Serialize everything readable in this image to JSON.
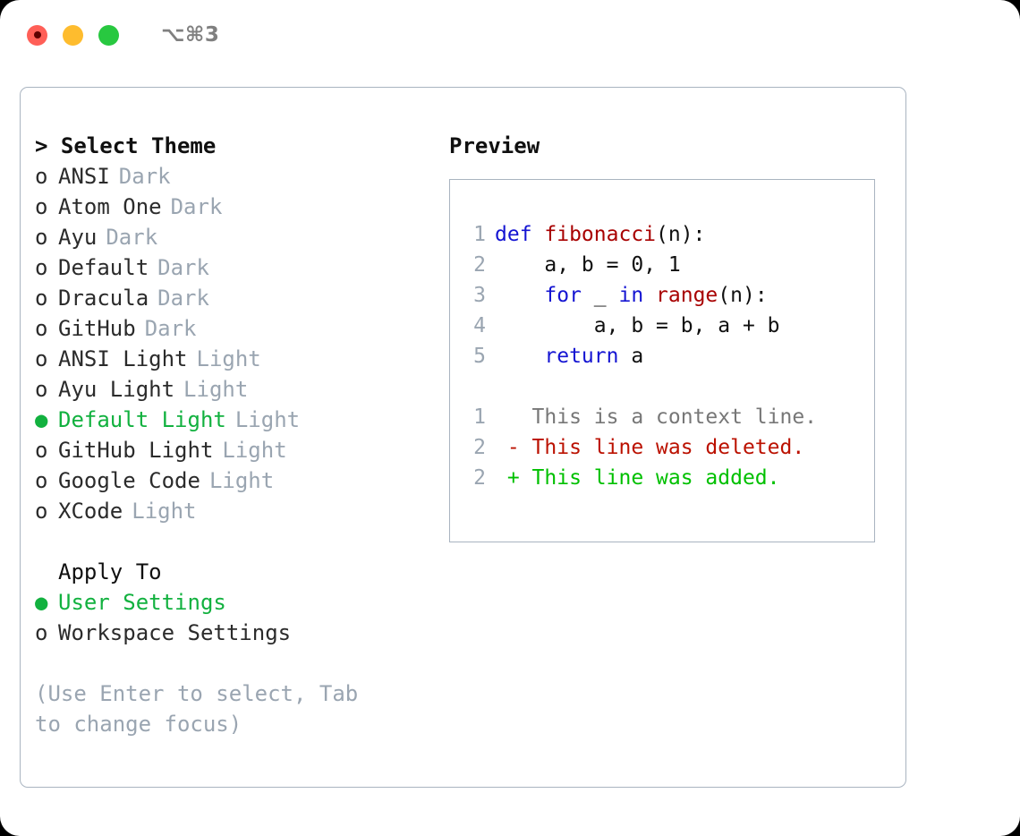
{
  "titlebar": {
    "lights": [
      {
        "name": "close-button",
        "color": "#ff5f57"
      },
      {
        "name": "minimize-button",
        "color": "#febc2e"
      },
      {
        "name": "maximize-button",
        "color": "#28c840"
      }
    ],
    "shortcut": "⌥⌘3"
  },
  "theme_section": {
    "header": "> Select Theme",
    "items": [
      {
        "marker": "o",
        "label": "ANSI",
        "tag": "Dark",
        "selected": false
      },
      {
        "marker": "o",
        "label": "Atom One",
        "tag": "Dark",
        "selected": false
      },
      {
        "marker": "o",
        "label": "Ayu",
        "tag": "Dark",
        "selected": false
      },
      {
        "marker": "o",
        "label": "Default",
        "tag": "Dark",
        "selected": false
      },
      {
        "marker": "o",
        "label": "Dracula",
        "tag": "Dark",
        "selected": false
      },
      {
        "marker": "o",
        "label": "GitHub",
        "tag": "Dark",
        "selected": false
      },
      {
        "marker": "o",
        "label": "ANSI Light",
        "tag": "Light",
        "selected": false
      },
      {
        "marker": "o",
        "label": "Ayu Light",
        "tag": "Light",
        "selected": false
      },
      {
        "marker": "●",
        "label": "Default Light",
        "tag": "Light",
        "selected": true
      },
      {
        "marker": "o",
        "label": "GitHub Light",
        "tag": "Light",
        "selected": false
      },
      {
        "marker": "o",
        "label": "Google Code",
        "tag": "Light",
        "selected": false
      },
      {
        "marker": "o",
        "label": "XCode",
        "tag": "Light",
        "selected": false
      }
    ]
  },
  "apply_to_section": {
    "title": "Apply To",
    "items": [
      {
        "marker": "●",
        "label": "User Settings",
        "selected": true
      },
      {
        "marker": "o",
        "label": "Workspace Settings",
        "selected": false
      }
    ]
  },
  "hint": "(Use Enter to select, Tab to change focus)",
  "preview": {
    "title": "Preview",
    "code_lines": [
      {
        "num": "1",
        "tokens": [
          {
            "t": "def ",
            "c": "kw"
          },
          {
            "t": "fibonacci",
            "c": "fn"
          },
          {
            "t": "(n):",
            "c": "pl"
          }
        ]
      },
      {
        "num": "2",
        "tokens": [
          {
            "t": "    a, b = 0, 1",
            "c": "pl"
          }
        ]
      },
      {
        "num": "3",
        "tokens": [
          {
            "t": "    ",
            "c": "pl"
          },
          {
            "t": "for",
            "c": "kw"
          },
          {
            "t": " _ ",
            "c": "pl"
          },
          {
            "t": "in",
            "c": "kw"
          },
          {
            "t": " ",
            "c": "pl"
          },
          {
            "t": "range",
            "c": "fn"
          },
          {
            "t": "(n):",
            "c": "pl"
          }
        ]
      },
      {
        "num": "4",
        "tokens": [
          {
            "t": "        a, b = b, a + b",
            "c": "pl"
          }
        ]
      },
      {
        "num": "5",
        "tokens": [
          {
            "t": "    ",
            "c": "pl"
          },
          {
            "t": "return",
            "c": "kw"
          },
          {
            "t": " a",
            "c": "pl"
          }
        ]
      }
    ],
    "diff_lines": [
      {
        "num": "1",
        "tokens": [
          {
            "t": "   This is a context line.",
            "c": "ctx"
          }
        ]
      },
      {
        "num": "2",
        "tokens": [
          {
            "t": " - This line was deleted.",
            "c": "del"
          }
        ]
      },
      {
        "num": "2",
        "tokens": [
          {
            "t": " + This line was added.",
            "c": "add"
          }
        ]
      }
    ]
  }
}
